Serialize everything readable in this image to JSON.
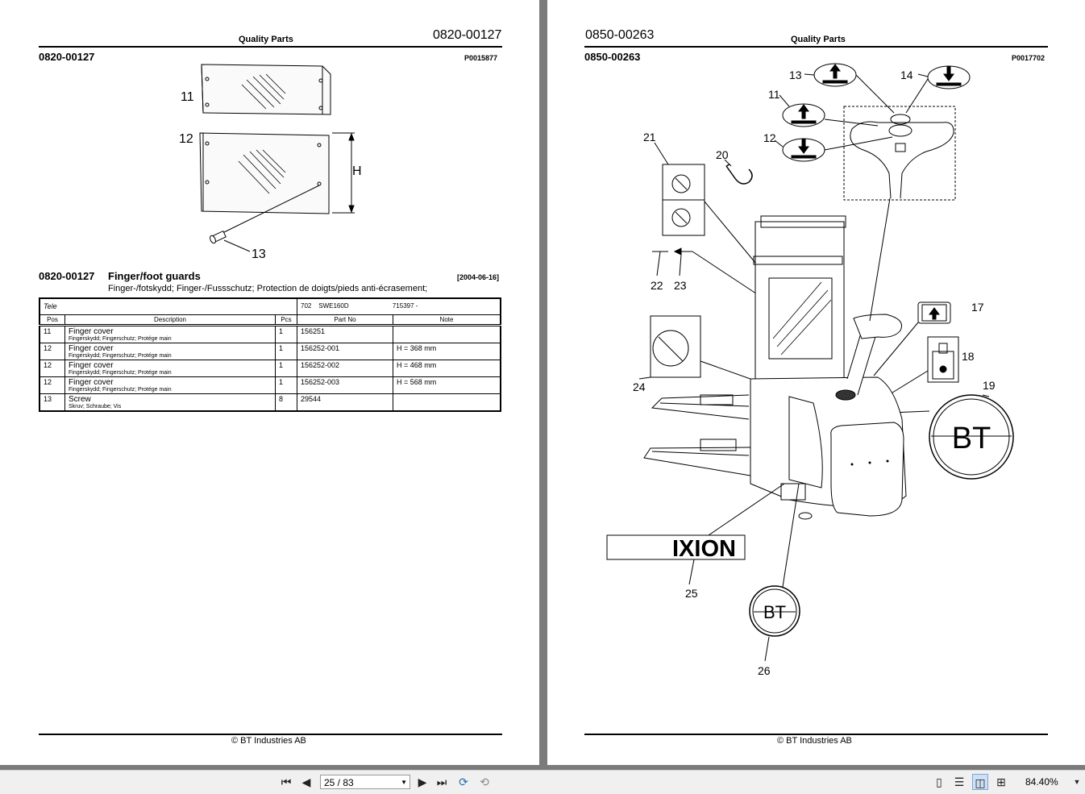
{
  "left": {
    "header_title": "Quality Parts",
    "page_number": "0820-00127",
    "doc_id": "0820-00127",
    "figure_ref": "P0015877",
    "callouts": [
      "11",
      "12",
      "13",
      "H"
    ],
    "section_code": "0820-00127",
    "section_title": "Finger/foot guards",
    "section_date": "[2004-06-16]",
    "translations": "Finger-/fotskydd; Finger-/Fussschutz; Protection de doigts/pieds anti-écrasement;",
    "table": {
      "model": "Tele",
      "code": "702",
      "type": "SWE160D",
      "serial": "715397 -",
      "headers": [
        "Pos",
        "Description",
        "Pcs",
        "Part No",
        "Note"
      ],
      "rows": [
        {
          "pos": "11",
          "desc": "Finger cover",
          "sub": "Fingerskydd; Fingerschutz; Protége main",
          "pcs": "1",
          "part": "156251",
          "note": ""
        },
        {
          "pos": "12",
          "desc": "Finger cover",
          "sub": "Fingerskydd; Fingerschutz; Protége main",
          "pcs": "1",
          "part": "156252-001",
          "note": "H = 368 mm"
        },
        {
          "pos": "12",
          "desc": "Finger cover",
          "sub": "Fingerskydd; Fingerschutz; Protége main",
          "pcs": "1",
          "part": "156252-002",
          "note": "H = 468 mm"
        },
        {
          "pos": "12",
          "desc": "Finger cover",
          "sub": "Fingerskydd; Fingerschutz; Protége main",
          "pcs": "1",
          "part": "156252-003",
          "note": "H = 568 mm"
        },
        {
          "pos": "13",
          "desc": "Screw",
          "sub": "Skruv; Schraube; Vis",
          "pcs": "8",
          "part": "29544",
          "note": ""
        }
      ]
    },
    "footer": "© BT Industries AB"
  },
  "right": {
    "header_title": "Quality Parts",
    "page_number": "0850-00263",
    "doc_id": "0850-00263",
    "figure_ref": "P0017702",
    "callouts": [
      "11",
      "12",
      "13",
      "14",
      "17",
      "18",
      "19",
      "20",
      "21",
      "22",
      "23",
      "24",
      "25",
      "26"
    ],
    "decal_text": "IXION",
    "logo_text": "BT",
    "footer": "© BT Industries AB"
  },
  "toolbar": {
    "page_field": "25 / 83",
    "zoom": "84.40%",
    "icons": [
      "first-page-icon",
      "prev-page-icon",
      "next-page-icon",
      "last-page-icon",
      "rotate-icon",
      "rotate-back-icon",
      "single-page-icon",
      "continuous-icon",
      "two-page-icon",
      "two-page-continuous-icon",
      "zoom-dropdown-icon"
    ]
  }
}
